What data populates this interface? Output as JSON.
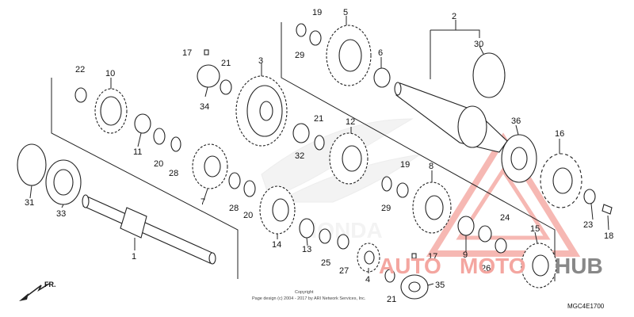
{
  "callouts": [
    "1",
    "2",
    "3",
    "4",
    "5",
    "6",
    "7",
    "8",
    "9",
    "10",
    "11",
    "12",
    "13",
    "14",
    "15",
    "16",
    "17",
    "17",
    "18",
    "19",
    "19",
    "20",
    "20",
    "21",
    "21",
    "21",
    "22",
    "23",
    "24",
    "25",
    "26",
    "27",
    "28",
    "28",
    "29",
    "29",
    "30",
    "31",
    "32",
    "33",
    "34",
    "35",
    "36"
  ],
  "front_label": "FR.",
  "copyright_line1": "Copyright",
  "copyright_line2": "Page design (c) 2004 - 2017 by ARI Network Services, Inc.",
  "diagram_code": "MGC4E1700",
  "watermark": {
    "word1": "AUTO",
    "word2": "MOTO",
    "word3": "HUB",
    "color_primary": "#f4a6a0",
    "color_text": "#888888"
  },
  "colors": {
    "line": "#222222",
    "logo_fill": "#e8e8e8"
  }
}
